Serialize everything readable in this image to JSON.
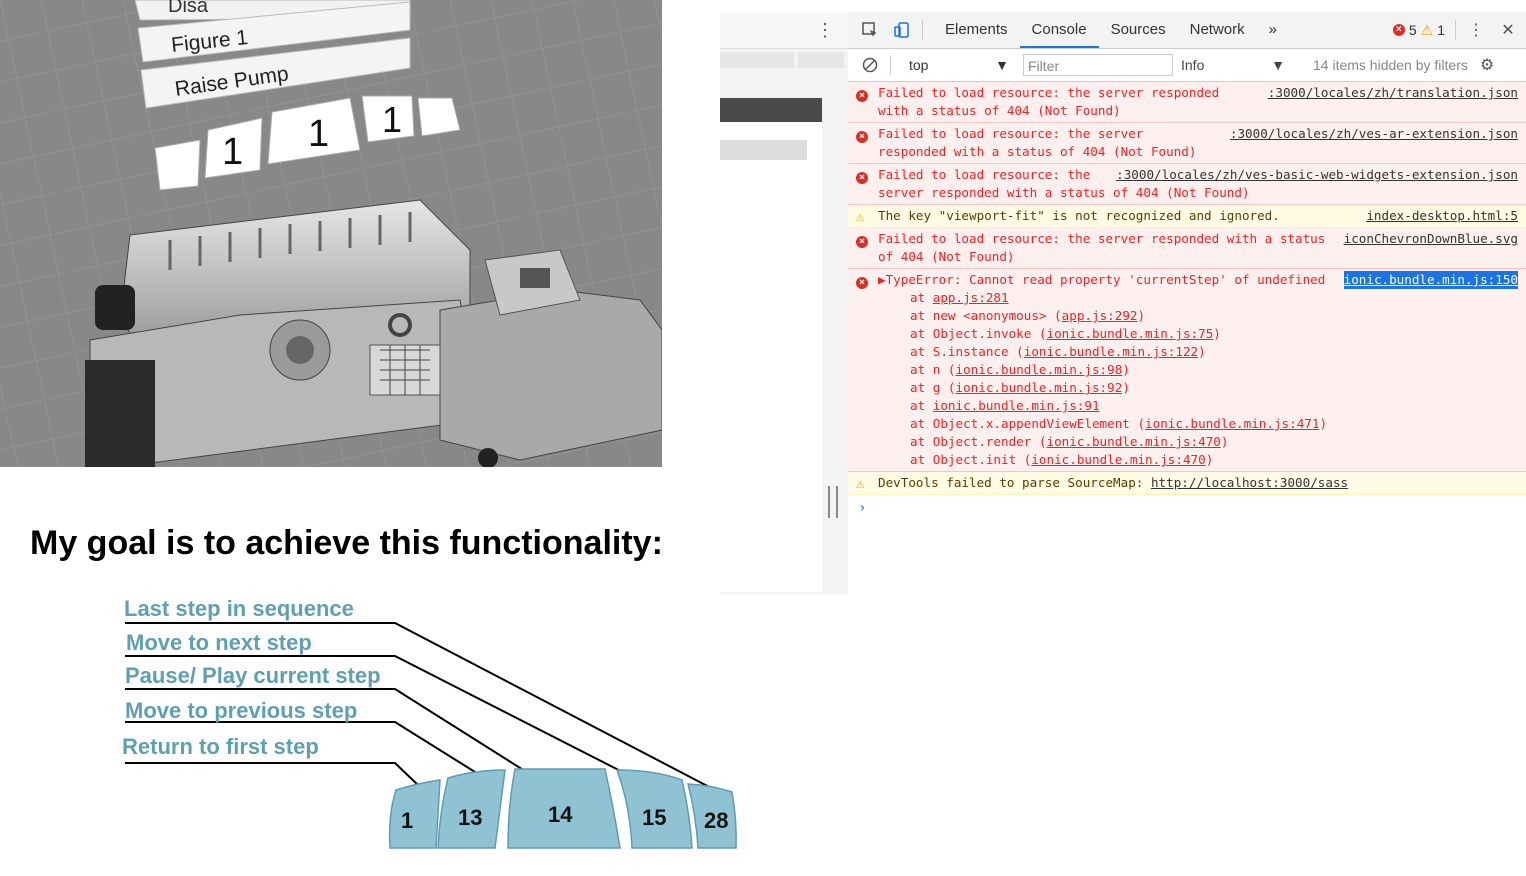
{
  "viewer": {
    "labels": [
      "Disa",
      "Figure 1",
      "Raise Pump"
    ],
    "step_buttons": [
      "",
      "1",
      "1",
      "1",
      ""
    ]
  },
  "goal_text": "My goal is to achieve this functionality:",
  "diagram": {
    "labels": [
      "Last step in sequence",
      "Move to next step",
      "Pause/ Play current step",
      "Move to previous step",
      "Return to first step"
    ],
    "buttons": [
      "1",
      "13",
      "14",
      "15",
      "28"
    ],
    "color": "#8fc3d4"
  },
  "devtools": {
    "tabs": [
      "Elements",
      "Console",
      "Sources",
      "Network"
    ],
    "more_tabs": "»",
    "error_count": "5",
    "warning_count": "1",
    "context": "top",
    "filter_placeholder": "Filter",
    "level": "Info",
    "hidden_note": "14 items hidden by filters",
    "messages": [
      {
        "type": "error",
        "text": "Failed to load resource: the server responded with a status of 404 (Not Found)",
        "src": ":3000/locales/zh/translation.json"
      },
      {
        "type": "error",
        "text": "Failed to load resource: the server responded with a status of 404 (Not Found)",
        "src": ":3000/locales/zh/ves-ar-extension.json"
      },
      {
        "type": "error",
        "text": "Failed to load resource: the server responded with a status of 404 (Not Found)",
        "src": ":3000/locales/zh/ves-basic-web-widgets-extension.json"
      },
      {
        "type": "warn",
        "text": "The key \"viewport-fit\" is not recognized and ignored.",
        "src": "index-desktop.html:5"
      },
      {
        "type": "error",
        "text": "Failed to load resource: the server responded with a status of 404 (Not Found)",
        "src": "iconChevronDownBlue.svg"
      }
    ],
    "type_error": {
      "text": "▶TypeError: Cannot read property 'currentStep' of undefined",
      "src": "ionic.bundle.min.js:150",
      "stack": [
        {
          "prefix": "at ",
          "link": "app.js:281",
          "suffix": ""
        },
        {
          "prefix": "at new <anonymous> (",
          "link": "app.js:292",
          "suffix": ")"
        },
        {
          "prefix": "at Object.invoke (",
          "link": "ionic.bundle.min.js:75",
          "suffix": ")"
        },
        {
          "prefix": "at S.instance (",
          "link": "ionic.bundle.min.js:122",
          "suffix": ")"
        },
        {
          "prefix": "at n (",
          "link": "ionic.bundle.min.js:98",
          "suffix": ")"
        },
        {
          "prefix": "at g (",
          "link": "ionic.bundle.min.js:92",
          "suffix": ")"
        },
        {
          "prefix": "at ",
          "link": "ionic.bundle.min.js:91",
          "suffix": ""
        },
        {
          "prefix": "at Object.x.appendViewElement (",
          "link": "ionic.bundle.min.js:471",
          "suffix": ")"
        },
        {
          "prefix": "at Object.render (",
          "link": "ionic.bundle.min.js:470",
          "suffix": ")"
        },
        {
          "prefix": "at Object.init (",
          "link": "ionic.bundle.min.js:470",
          "suffix": ")"
        }
      ]
    },
    "sourcemap_warning": {
      "text": "DevTools failed to parse SourceMap: ",
      "link": "http://localhost:3000/sass"
    },
    "prompt": "›"
  }
}
